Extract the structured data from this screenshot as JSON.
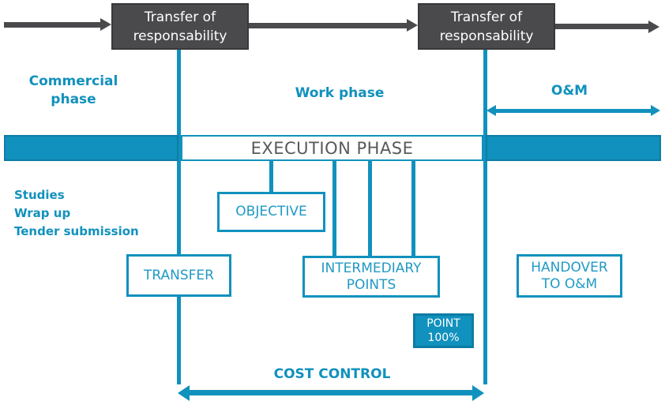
{
  "palette": {
    "teal": "#1191bd",
    "tealDark": "#0d7ca4",
    "tealText": "#2199c5",
    "grayFill": "#4a4a4d",
    "grayBorder": "#39393b",
    "grayText": "#58595b"
  },
  "top_timeline": {
    "transfer_left": {
      "line1": "Transfer of",
      "line2": "responsability"
    },
    "transfer_right": {
      "line1": "Transfer of",
      "line2": "responsability"
    }
  },
  "phase_labels": {
    "commercial": {
      "line1": "Commercial",
      "line2": "phase"
    },
    "work": "Work phase",
    "om": "O&M"
  },
  "execution_band": {
    "label": "EXECUTION PHASE"
  },
  "activities": {
    "items": [
      "Studies",
      "Wrap up",
      "Tender submission"
    ]
  },
  "milestones": {
    "transfer": {
      "label": "TRANSFER"
    },
    "objective": {
      "label": "OBJECTIVE"
    },
    "intermediary": {
      "line1": "INTERMEDIARY",
      "line2": "POINTS"
    },
    "handover": {
      "line1": "HANDOVER",
      "line2": "TO O&M"
    },
    "point100": {
      "line1": "POINT",
      "line2": "100%"
    }
  },
  "cost_control": {
    "label": "COST CONTROL"
  }
}
